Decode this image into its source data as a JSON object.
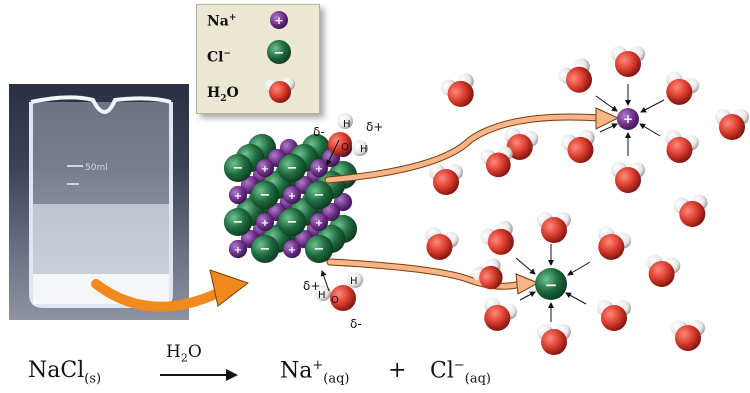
{
  "legend": {
    "sodium": {
      "symbol": "Na",
      "charge": "+",
      "ion_sign": "+"
    },
    "chloride": {
      "symbol": "Cl",
      "charge": "−",
      "ion_sign": "−"
    },
    "water": {
      "prefix": "H",
      "subscript": "2",
      "suffix": "O"
    }
  },
  "colors": {
    "sodium": "#6b2f86",
    "chloride": "#1e6b3f",
    "oxygen": "#d83a2c",
    "hydrogen": "#e6e6e6",
    "arrow": "#f2a35b",
    "beaker_arrow": "#f08a1c"
  },
  "partial_charges": {
    "top": {
      "delta_minus": "δ-",
      "delta_plus": "δ+",
      "h_upper": "H",
      "h_lower": "H",
      "oxygen": "O"
    },
    "bottom": {
      "delta_plus": "δ+",
      "delta_minus": "δ-",
      "h_upper": "H",
      "h_lower": "H",
      "oxygen": "O"
    }
  },
  "equation": {
    "reactant": "NaCl",
    "reactant_state": "(s)",
    "over_arrow_prefix": "H",
    "over_arrow_subscript": "2",
    "over_arrow_suffix": "O",
    "product1": "Na",
    "product1_charge": "+",
    "product1_state": "(aq)",
    "plus": "+",
    "product2": "Cl",
    "product2_charge": "−",
    "product2_state": "(aq)"
  },
  "photo": {
    "markings": "50ml"
  }
}
